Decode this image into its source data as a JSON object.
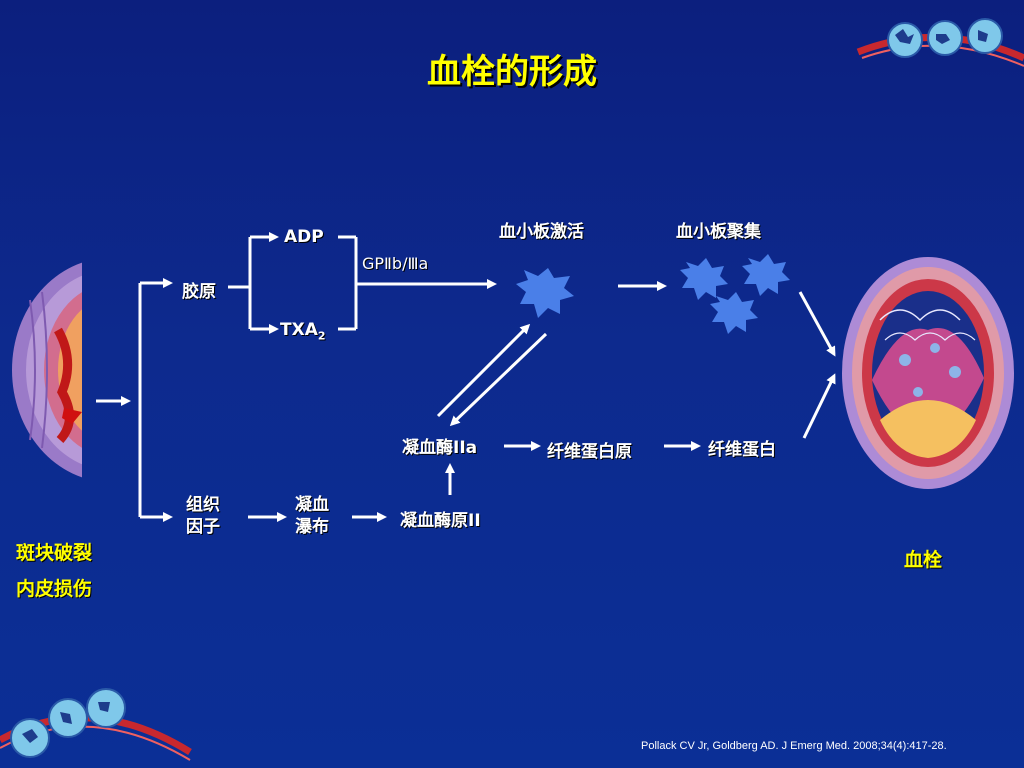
{
  "title": "血栓的形成",
  "labels": {
    "collagen": "胶原",
    "adp": "ADP",
    "txa": "TXA",
    "txa_sub": "2",
    "gp": "GPⅡb/Ⅲa",
    "platelet_activation": "血小板激活",
    "platelet_aggregation": "血小板聚集",
    "thrombin": "凝血酶IIa",
    "fibrinogen": "纤维蛋白原",
    "fibrin": "纤维蛋白",
    "tissue_factor_line1": "组织",
    "tissue_factor_line2": "因子",
    "coag_cascade_line1": "凝血",
    "coag_cascade_line2": "瀑布",
    "prothrombin": "凝血酶原II",
    "plaque_line1": "斑块破裂",
    "plaque_line2": "内皮损伤",
    "thrombus": "血栓"
  },
  "citation": "Pollack CV Jr, Goldberg AD. J Emerg Med. 2008;34(4):417-28.",
  "colors": {
    "background": "#0c1f7e",
    "title": "#ffff00",
    "text": "#ffffff",
    "platelet": "#4a7fe8"
  }
}
